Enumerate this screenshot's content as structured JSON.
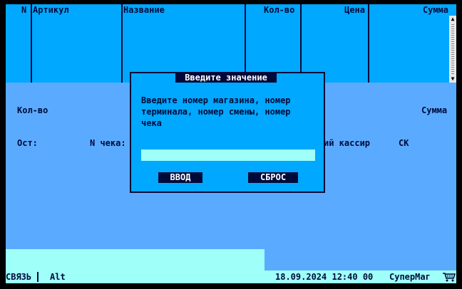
{
  "table": {
    "columns": [
      "N",
      "Артикул",
      "Название",
      "Кол-во",
      "Цена",
      "Сумма"
    ]
  },
  "info": {
    "qty_label": "Кол-во",
    "sum_label": "Сумма",
    "stock_label": "Ост:",
    "receipt_label": "N чека:",
    "cashier_label": "ий кассир",
    "sk_label": "СК"
  },
  "dialog": {
    "title": "Введите значение",
    "message": "Введите номер магазина, номер\nтерминала, номер смены, номер\nчека",
    "input_value": "",
    "ok_label": "ВВОД",
    "reset_label": "СБРОС"
  },
  "statusbar": {
    "connection": "СВЯЗЬ",
    "alt": "Alt",
    "datetime": "18.09.2024 12:40 00",
    "app_name": "СуперМаг"
  },
  "icons": {
    "cart": "shopping-cart-icon",
    "scroll_up": "scroll-up-arrow-icon",
    "scroll_down": "scroll-down-arrow-icon"
  },
  "colors": {
    "table_bg": "#00a8ff",
    "frame_bg": "#5aabff",
    "input_bg": "#9ffff9",
    "dark": "#000a3a"
  }
}
